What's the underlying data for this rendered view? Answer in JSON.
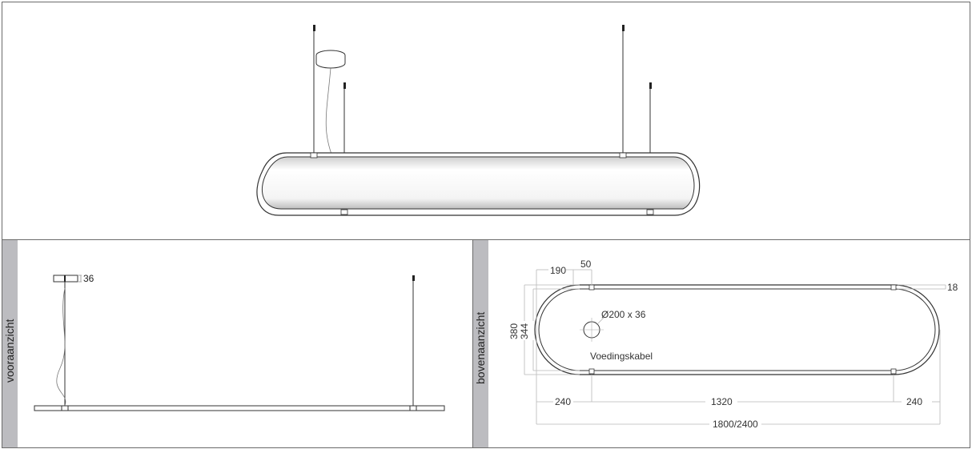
{
  "panels": {
    "perspective": {
      "title": ""
    },
    "front_view": {
      "label": "vooraanzicht",
      "canopy_height": "36"
    },
    "top_view": {
      "label": "bovenaanzicht",
      "dimensions": {
        "end_offset": "190",
        "bracket_gap": "50",
        "profile_width": "18",
        "outer_height": "380",
        "inner_height": "344",
        "canopy": "Ø200 x 36",
        "cable_label": "Voedingskabel",
        "left_segment": "240",
        "mid_segment": "1320",
        "right_segment": "240",
        "total_length": "1800/2400"
      }
    }
  },
  "colors": {
    "line": "#333333",
    "dimension_line": "#b0b0b0",
    "label_strip": "#bcbcc0",
    "frame": "#6b6b6b"
  }
}
